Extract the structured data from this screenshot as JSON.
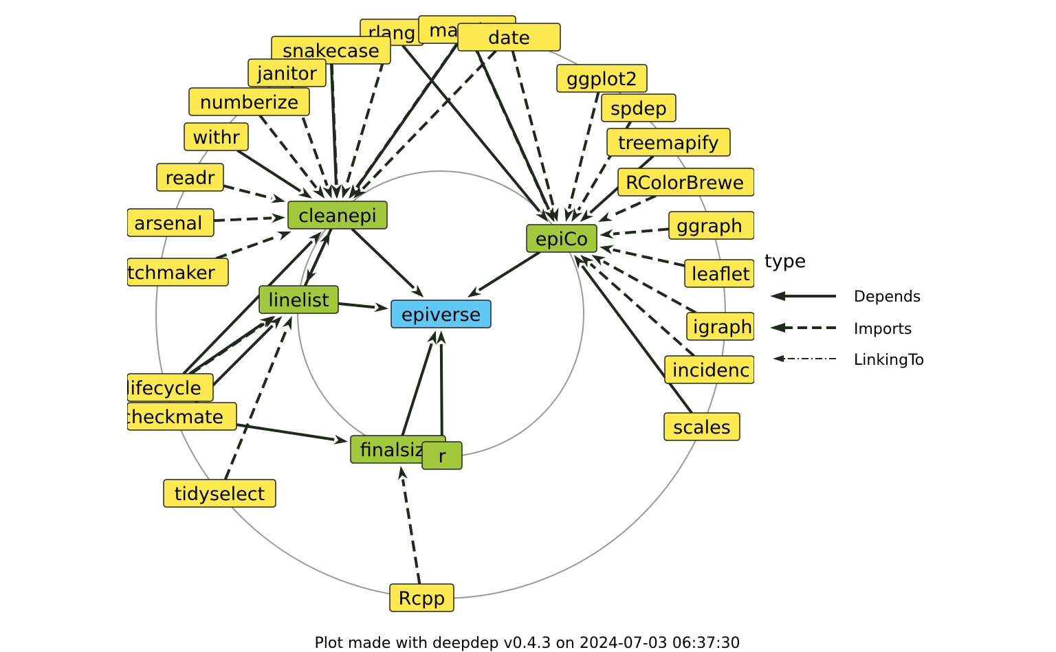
{
  "colors": {
    "background": "#ffffff",
    "edge": "#1f2a1c",
    "ring": "#999999",
    "node_root": "#5fc8f5",
    "node_level1": "#a2c93c",
    "node_level2": "#fce94f",
    "node_border": "#222222"
  },
  "nodes": [
    {
      "id": "epiverse",
      "label": "epiverse",
      "level": 0
    },
    {
      "id": "cleanepi",
      "label": "cleanepi",
      "level": 1
    },
    {
      "id": "epiCo",
      "label": "epiCo",
      "level": 1
    },
    {
      "id": "linelist",
      "label": "linelist",
      "level": 1
    },
    {
      "id": "finalsize",
      "label": "finalsize",
      "level": 1
    },
    {
      "id": "hidden-r",
      "label": "r",
      "level": 1
    },
    {
      "id": "rlang",
      "label": "rlang",
      "level": 2
    },
    {
      "id": "magrittr",
      "label": "magrittr",
      "level": 2
    },
    {
      "id": "lubridate",
      "label": "date",
      "level": 2
    },
    {
      "id": "snakecase",
      "label": "snakecase",
      "level": 2
    },
    {
      "id": "janitor",
      "label": "janitor",
      "level": 2
    },
    {
      "id": "numberize",
      "label": "numberize",
      "level": 2
    },
    {
      "id": "withr",
      "label": "withr",
      "level": 2
    },
    {
      "id": "readr",
      "label": "readr",
      "level": 2
    },
    {
      "id": "arsenal",
      "label": "arsenal",
      "level": 2
    },
    {
      "id": "matchmaker",
      "label": "tchmaker",
      "level": 2
    },
    {
      "id": "lifecycle",
      "label": "lifecycle",
      "level": 2
    },
    {
      "id": "checkmate",
      "label": "checkmate",
      "level": 2
    },
    {
      "id": "tidyselect",
      "label": "tidyselect",
      "level": 2
    },
    {
      "id": "Rcpp",
      "label": "Rcpp",
      "level": 2
    },
    {
      "id": "scales",
      "label": "scales",
      "level": 2
    },
    {
      "id": "incidence",
      "label": "incidenc",
      "level": 2
    },
    {
      "id": "igraph",
      "label": "igraph",
      "level": 2
    },
    {
      "id": "leaflet",
      "label": "leaflet",
      "level": 2
    },
    {
      "id": "ggraph",
      "label": "ggraph",
      "level": 2
    },
    {
      "id": "RColorBrewer",
      "label": "RColorBrewe",
      "level": 2
    },
    {
      "id": "treemapify",
      "label": "treemapify",
      "level": 2
    },
    {
      "id": "spdep",
      "label": "spdep",
      "level": 2
    },
    {
      "id": "ggplot2",
      "label": "ggplot2",
      "level": 2
    }
  ],
  "edges": [
    {
      "from": "cleanepi",
      "to": "epiverse",
      "type": "Depends"
    },
    {
      "from": "epiCo",
      "to": "epiverse",
      "type": "Depends"
    },
    {
      "from": "linelist",
      "to": "epiverse",
      "type": "Depends"
    },
    {
      "from": "finalsize",
      "to": "epiverse",
      "type": "Depends"
    },
    {
      "from": "hidden-r",
      "to": "epiverse",
      "type": "Depends"
    },
    {
      "from": "linelist",
      "to": "cleanepi",
      "type": "Depends"
    },
    {
      "from": "cleanepi",
      "to": "linelist",
      "type": "Depends"
    },
    {
      "from": "rlang",
      "to": "cleanepi",
      "type": "Imports"
    },
    {
      "from": "magrittr",
      "to": "cleanepi",
      "type": "Depends"
    },
    {
      "from": "magrittr",
      "to": "cleanepi",
      "type": "Imports"
    },
    {
      "from": "lubridate",
      "to": "cleanepi",
      "type": "Imports"
    },
    {
      "from": "snakecase",
      "to": "cleanepi",
      "type": "Imports"
    },
    {
      "from": "snakecase",
      "to": "cleanepi",
      "type": "Depends"
    },
    {
      "from": "janitor",
      "to": "cleanepi",
      "type": "Imports"
    },
    {
      "from": "numberize",
      "to": "cleanepi",
      "type": "Imports"
    },
    {
      "from": "withr",
      "to": "cleanepi",
      "type": "Depends"
    },
    {
      "from": "readr",
      "to": "cleanepi",
      "type": "Imports"
    },
    {
      "from": "arsenal",
      "to": "cleanepi",
      "type": "Imports"
    },
    {
      "from": "matchmaker",
      "to": "cleanepi",
      "type": "Imports"
    },
    {
      "from": "lifecycle",
      "to": "cleanepi",
      "type": "Depends"
    },
    {
      "from": "rlang",
      "to": "epiCo",
      "type": "Depends"
    },
    {
      "from": "magrittr",
      "to": "epiCo",
      "type": "Depends"
    },
    {
      "from": "magrittr",
      "to": "epiCo",
      "type": "Imports"
    },
    {
      "from": "lubridate",
      "to": "epiCo",
      "type": "Imports"
    },
    {
      "from": "ggplot2",
      "to": "epiCo",
      "type": "Imports"
    },
    {
      "from": "spdep",
      "to": "epiCo",
      "type": "Imports"
    },
    {
      "from": "treemapify",
      "to": "epiCo",
      "type": "Depends"
    },
    {
      "from": "RColorBrewer",
      "to": "epiCo",
      "type": "Imports"
    },
    {
      "from": "ggraph",
      "to": "epiCo",
      "type": "Imports"
    },
    {
      "from": "leaflet",
      "to": "epiCo",
      "type": "Imports"
    },
    {
      "from": "igraph",
      "to": "epiCo",
      "type": "Imports"
    },
    {
      "from": "incidence",
      "to": "epiCo",
      "type": "Imports"
    },
    {
      "from": "scales",
      "to": "epiCo",
      "type": "Depends"
    },
    {
      "from": "lifecycle",
      "to": "linelist",
      "type": "Depends"
    },
    {
      "from": "lifecycle",
      "to": "linelist",
      "type": "Imports"
    },
    {
      "from": "checkmate",
      "to": "linelist",
      "type": "Depends"
    },
    {
      "from": "tidyselect",
      "to": "linelist",
      "type": "Imports"
    },
    {
      "from": "checkmate",
      "to": "finalsize",
      "type": "Depends"
    },
    {
      "from": "Rcpp",
      "to": "finalsize",
      "type": "Imports"
    }
  ],
  "legend": {
    "title": "type",
    "items": [
      {
        "label": "Depends",
        "type": "Depends"
      },
      {
        "label": "Imports",
        "type": "Imports"
      },
      {
        "label": "LinkingTo",
        "type": "LinkingTo"
      }
    ]
  },
  "caption": "Plot made with deepdep v0.4.3 on 2024-07-03 06:37:30"
}
